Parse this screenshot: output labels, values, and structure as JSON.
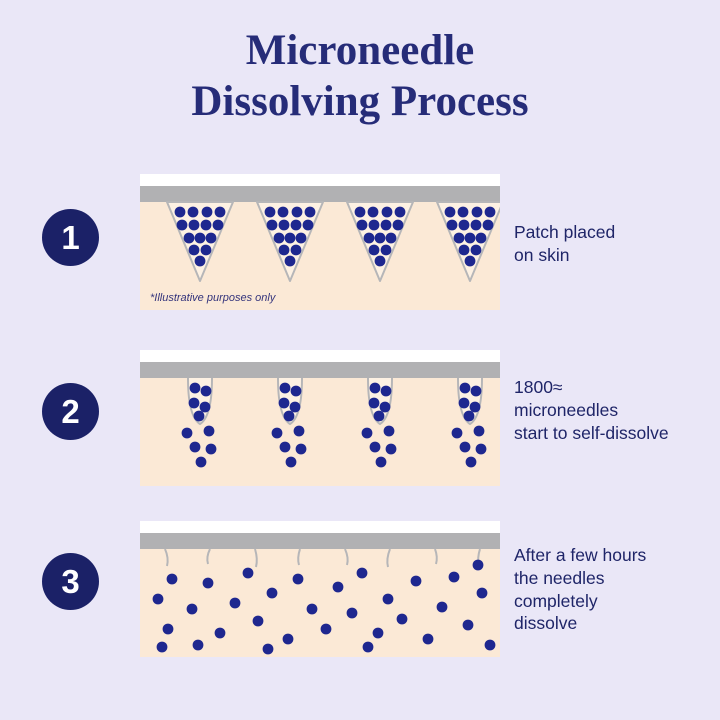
{
  "title": "Microneedle\nDissolving Process",
  "steps": [
    {
      "number": "1",
      "caption": "Patch placed\non skin",
      "note": "*Illustrative purposes only"
    },
    {
      "number": "2",
      "caption": "1800≈\nmicroneedles\nstart to self-dissolve"
    },
    {
      "number": "3",
      "caption": "After a few hours\nthe needles\ncompletely\ndissolve"
    }
  ],
  "colors": {
    "background": "#eae7f7",
    "title_text": "#262c78",
    "step_circle": "#1b2167",
    "particle_dot": "#1e278f",
    "skin": "#fbe9d6",
    "patch_bar": "#b1b1b3",
    "patch_strip": "#ffffff",
    "caption_text": "#1f2568"
  },
  "diagram": {
    "step1_description": "patch with 4 triangular microneedles full of particles",
    "step2_description": "needle shells dissolving, particles dispersing",
    "step3_description": "needles gone, particles spread through skin"
  }
}
